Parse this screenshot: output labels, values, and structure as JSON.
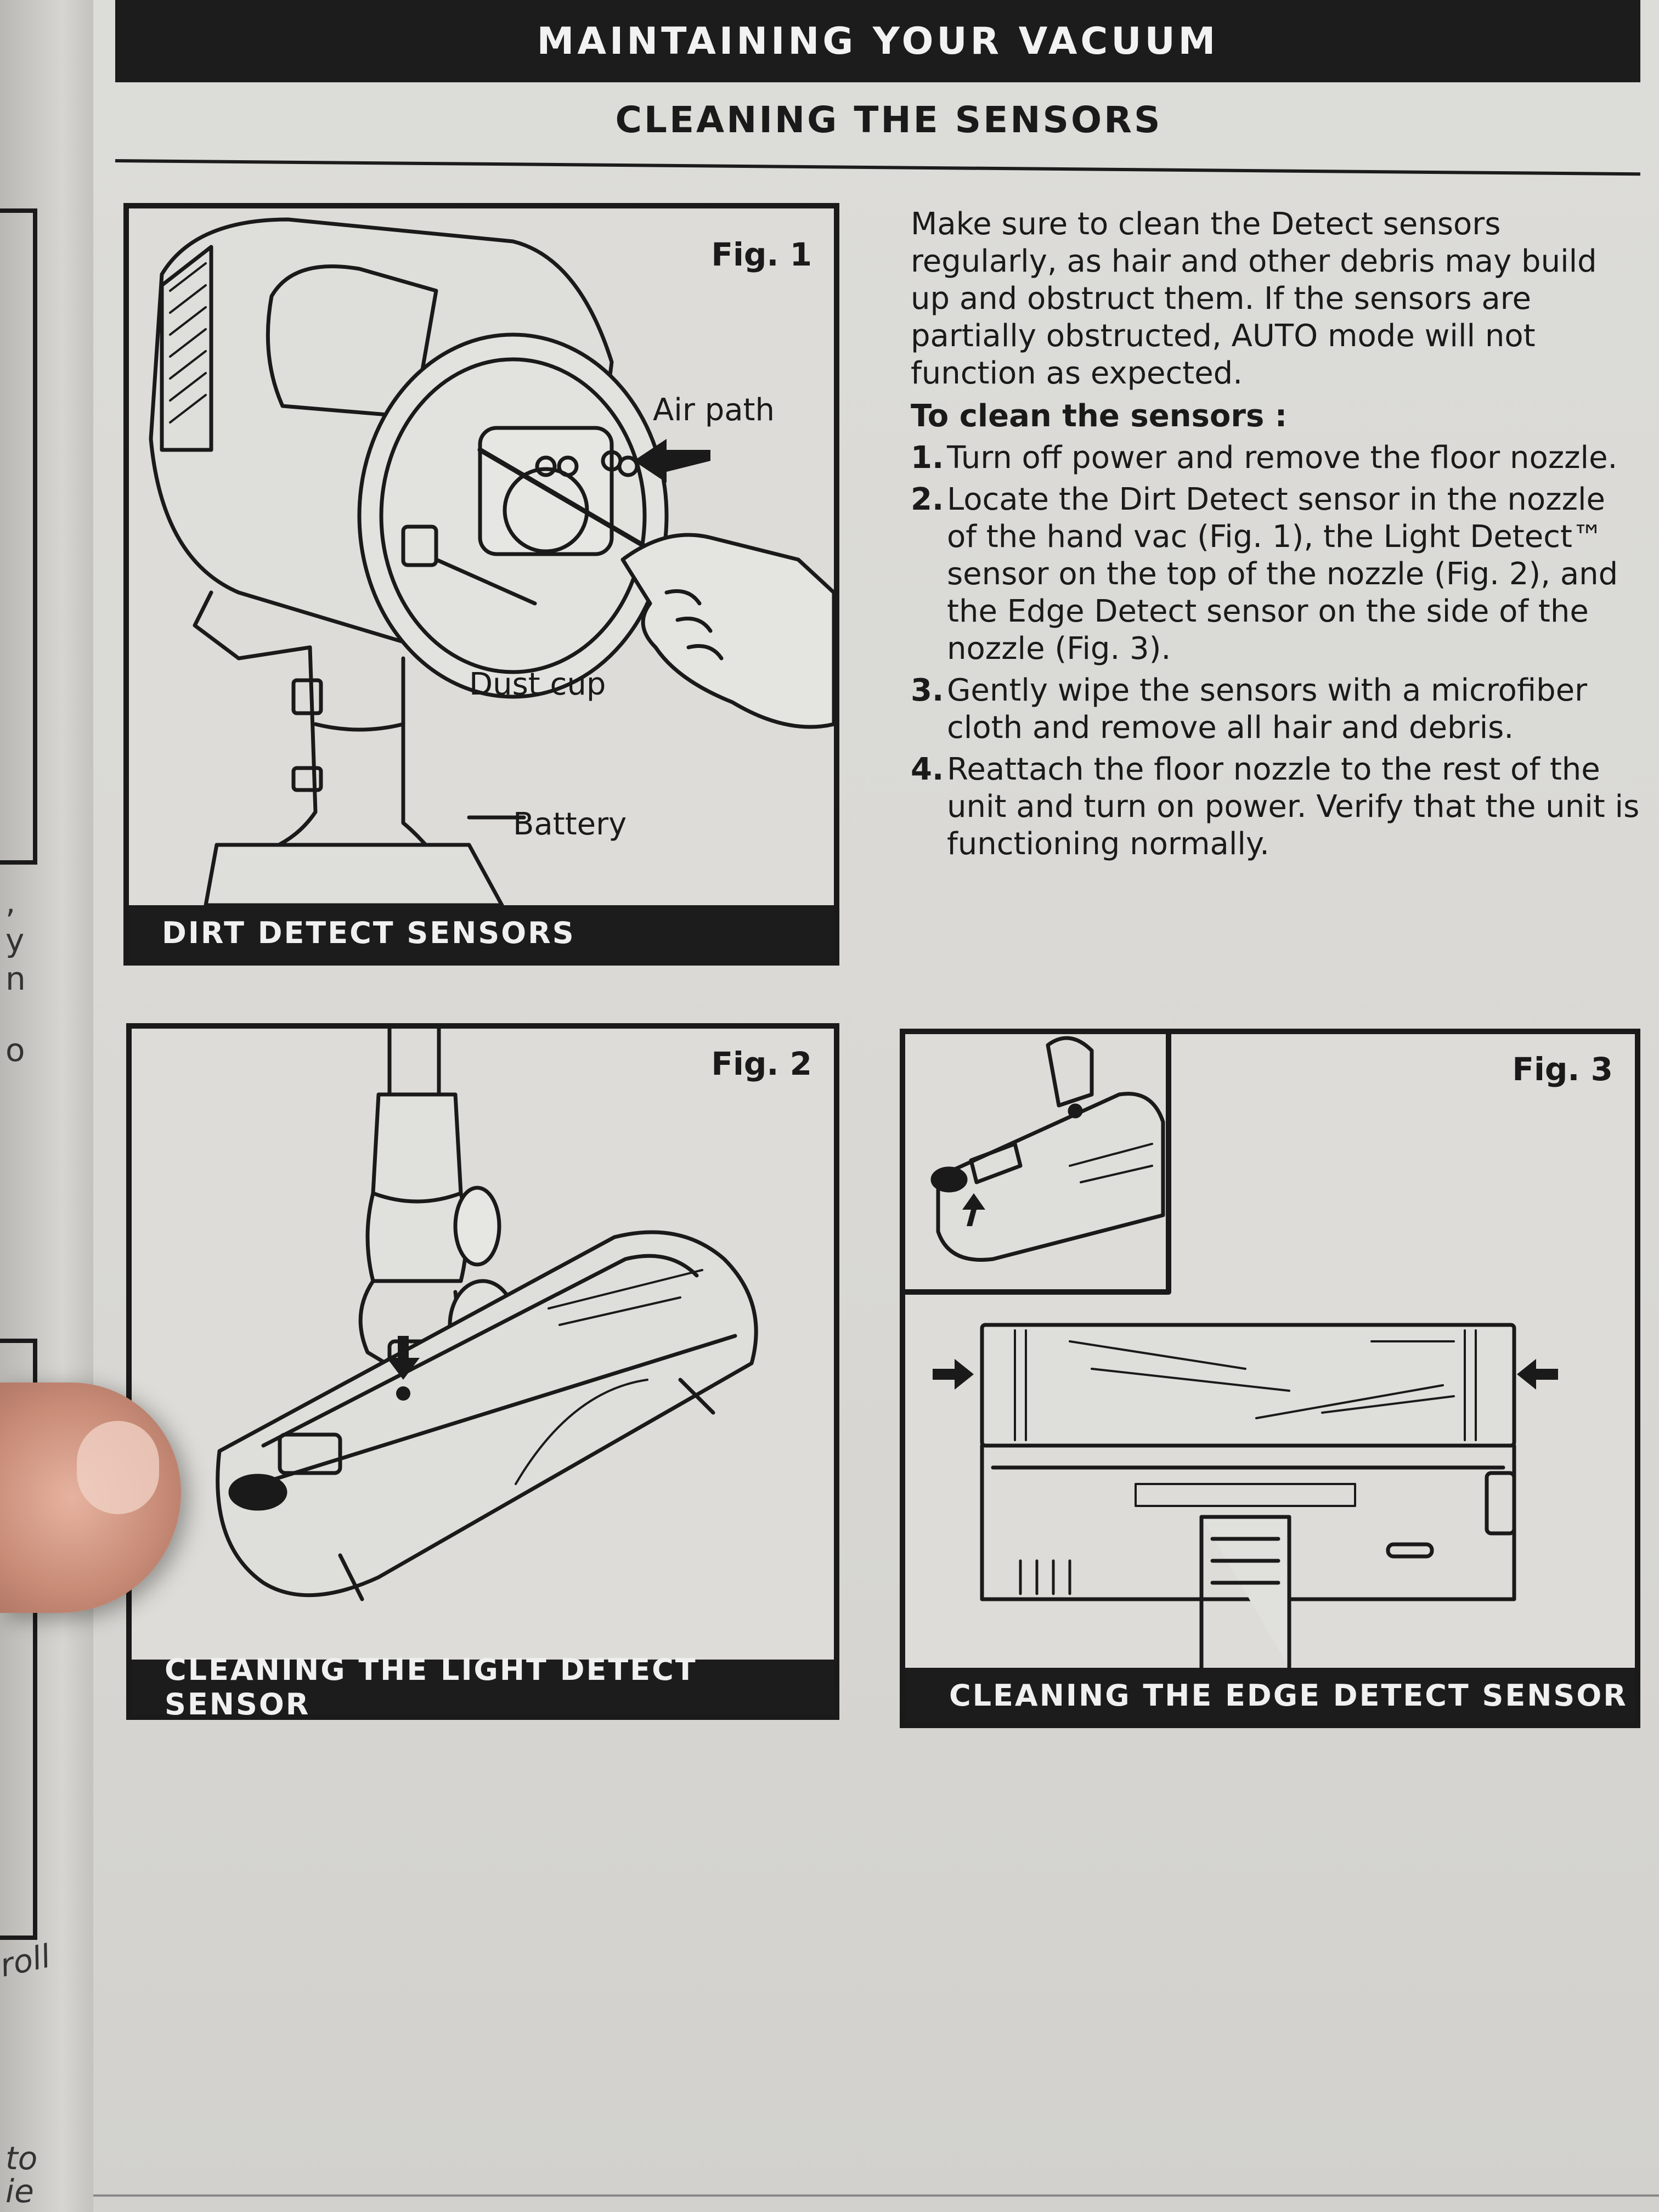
{
  "header": {
    "title": "MAINTAINING YOUR VACUUM"
  },
  "section": {
    "title": "CLEANING THE SENSORS"
  },
  "intro": "Make sure to clean the Detect sensors regularly, as hair and other debris may build up and obstruct them. If the sensors are partially obstructed, AUTO mode will not function as expected.",
  "steps_title": "To clean the sensors :",
  "steps": [
    {
      "num": "1.",
      "text": "Turn off power and remove the floor nozzle."
    },
    {
      "num": "2.",
      "text": "Locate the Dirt Detect sensor in the nozzle of the hand vac (Fig. 1), the Light Detect™ sensor on the top of the nozzle (Fig. 2), and the Edge Detect sensor on the side of the nozzle (Fig. 3)."
    },
    {
      "num": "3.",
      "text": "Gently wipe the sensors with a microfiber cloth and remove all hair and debris."
    },
    {
      "num": "4.",
      "text": "Reattach the floor nozzle to the rest of the unit and turn on power. Verify that the unit is functioning normally."
    }
  ],
  "figures": {
    "fig1": {
      "label": "Fig. 1",
      "caption": "DIRT DETECT SENSORS",
      "callouts": {
        "air_path": "Air path",
        "dust_cup": "Dust cup",
        "battery": "Battery"
      }
    },
    "fig2": {
      "label": "Fig. 2",
      "caption": "CLEANING THE LIGHT DETECT SENSOR"
    },
    "fig3": {
      "label": "Fig. 3",
      "caption": "CLEANING THE EDGE DETECT SENSOR"
    }
  },
  "left_page_fragments": [
    ",",
    "y",
    "n",
    "o",
    "roll",
    "to",
    "ie"
  ]
}
